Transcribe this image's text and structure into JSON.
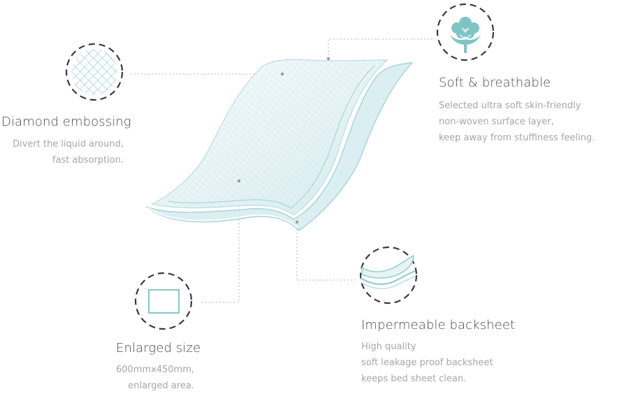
{
  "colors": {
    "accent": "#7fc4c4",
    "dashed_circle": "#3a3a3a",
    "leader_line": "#b5b5b5",
    "title_text": "#4a4a4a",
    "desc_text": "#a6a6a6"
  },
  "features": {
    "diamond": {
      "icon": "diamond-mesh-icon",
      "title": "Diamond embossing",
      "desc": [
        "Divert the liquid around,",
        "fast absorption."
      ]
    },
    "soft": {
      "icon": "cotton-flower-icon",
      "title": "Soft & breathable",
      "desc": [
        "Selected ultra soft skin-friendly",
        "non-woven surface layer,",
        "keep away from stuffiness feeling."
      ]
    },
    "size": {
      "icon": "rectangle-pad-icon",
      "title": "Enlarged size",
      "desc": [
        "600mmx450mm,",
        "enlarged area."
      ]
    },
    "backsheet": {
      "icon": "layered-sheet-icon",
      "title": "Impermeable backsheet",
      "desc": [
        "High quality",
        "soft leakage proof backsheet",
        "keeps bed sheet clean."
      ]
    }
  }
}
